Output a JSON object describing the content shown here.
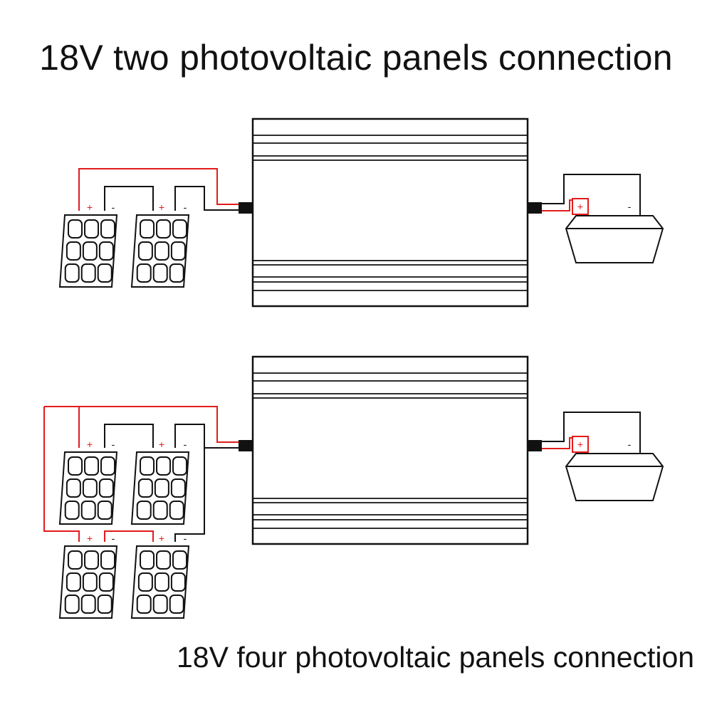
{
  "titles": {
    "top": "18V two photovoltaic panels connection",
    "bottom": "18V four photovoltaic panels connection"
  },
  "terminals": {
    "plus": "+",
    "minus": "-"
  },
  "colors": {
    "positive_wire": "#e31b1b",
    "negative_wire": "#111111",
    "outline": "#111111"
  },
  "diagrams": [
    {
      "name": "two-panel",
      "panel_count": 2
    },
    {
      "name": "four-panel",
      "panel_count": 4
    }
  ]
}
